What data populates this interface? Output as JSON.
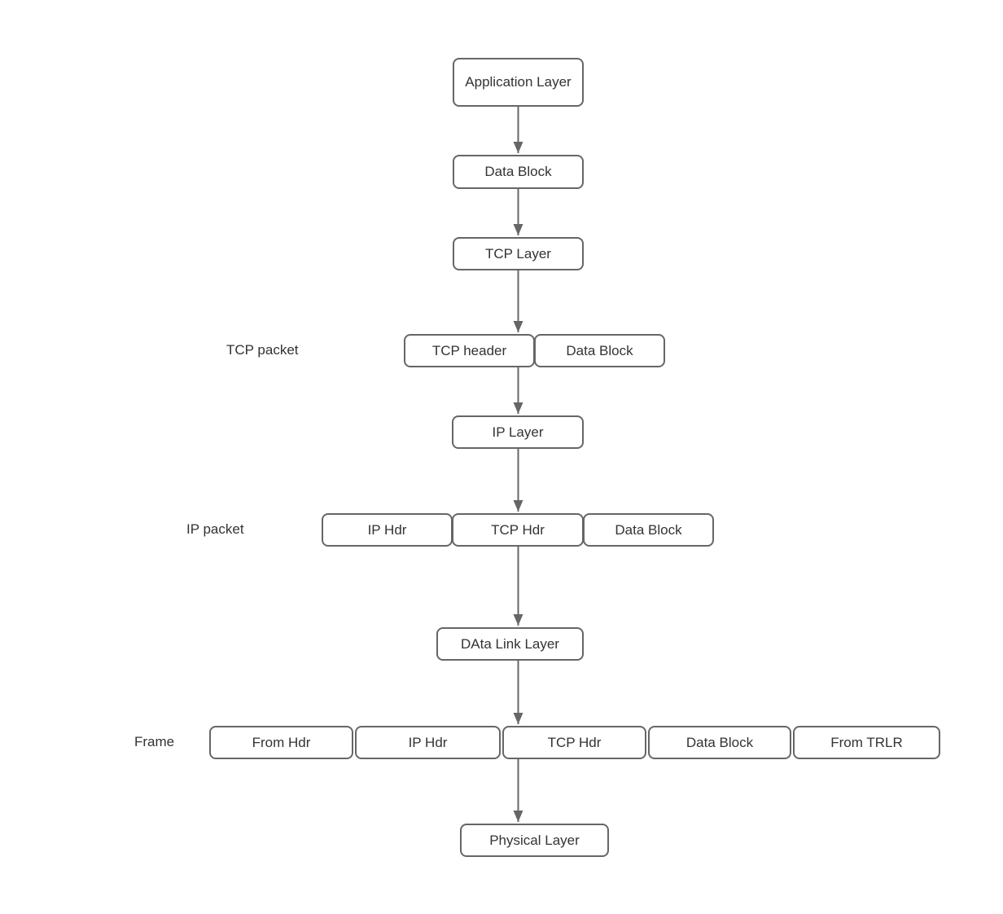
{
  "diagram": {
    "nodes": {
      "application_layer": "Application Layer",
      "data_block_app": "Data Block",
      "tcp_layer": "TCP Layer",
      "tcp_header": "TCP header",
      "tcp_data_block": "Data Block",
      "ip_layer": "IP Layer",
      "ip_hdr": "IP Hdr",
      "ip_tcp_hdr": "TCP Hdr",
      "ip_data_block": "Data Block",
      "data_link_layer": "DAta Link Layer",
      "frame_from_hdr": "From Hdr",
      "frame_ip_hdr": "IP Hdr",
      "frame_tcp_hdr": "TCP Hdr",
      "frame_data_block": "Data Block",
      "frame_from_trlr": "From TRLR",
      "physical_layer": "Physical Layer"
    },
    "row_labels": {
      "tcp_packet": "TCP packet",
      "ip_packet": "IP packet",
      "frame": "Frame"
    },
    "colors": {
      "node_border": "#666666",
      "node_fill": "#ffffff",
      "text": "#333333",
      "arrow": "#666666",
      "background": "#ffffff"
    }
  }
}
